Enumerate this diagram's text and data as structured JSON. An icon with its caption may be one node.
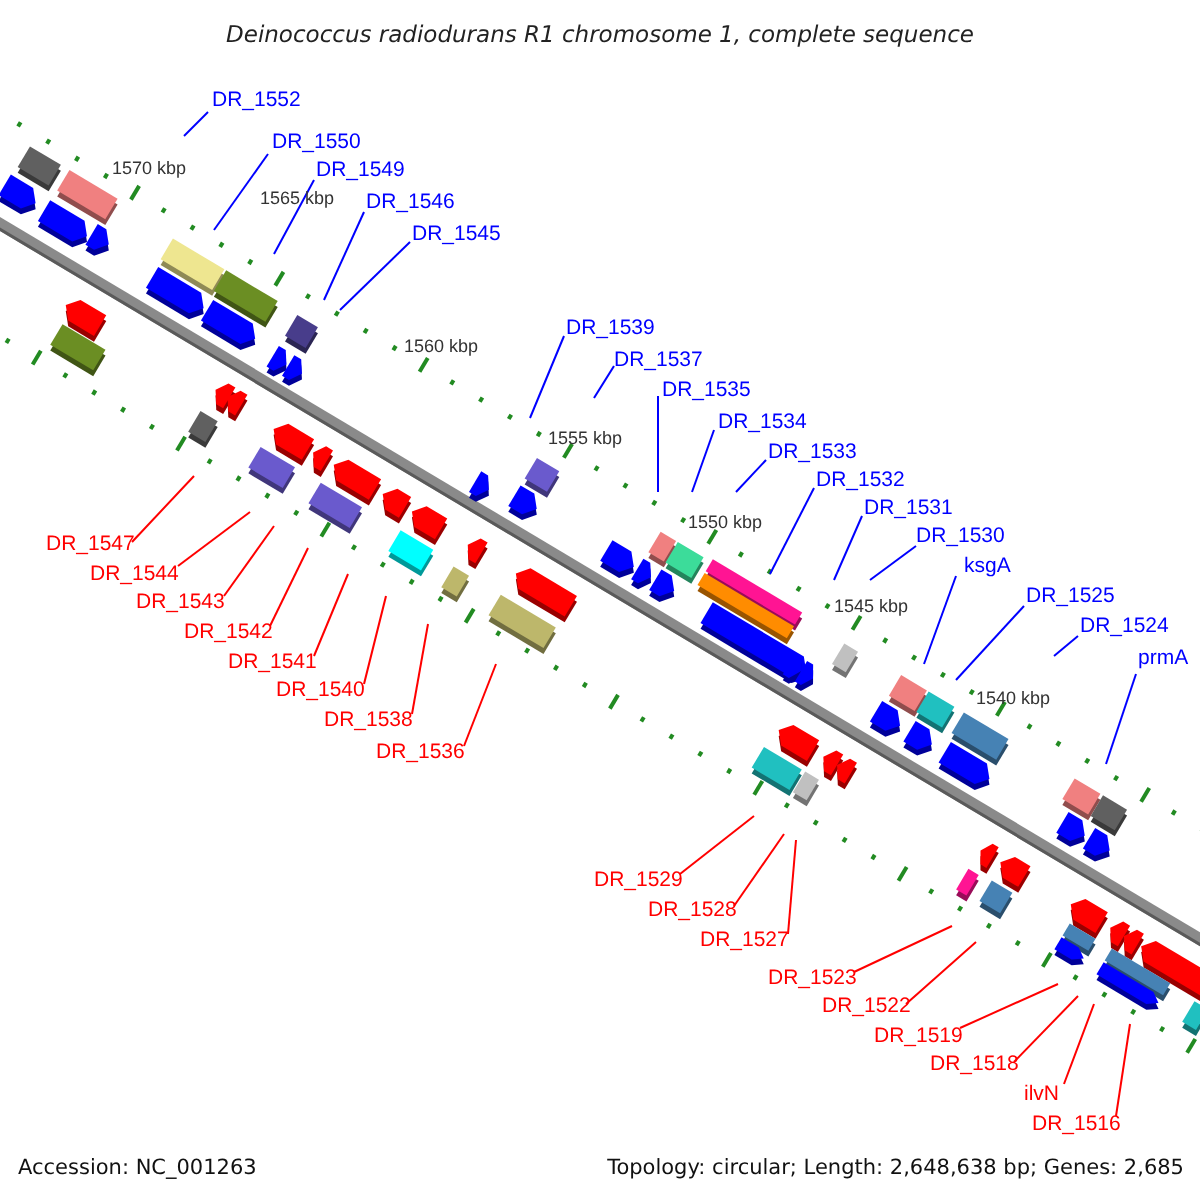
{
  "diagram": {
    "title": "Deinococcus radiodurans R1 chromosome 1, complete sequence",
    "nodes": [
      {
        "text": [
          "DR_1552"
        ]
      },
      {
        "text": [
          "DR_1550"
        ]
      },
      {
        "text": [
          "DR_1549"
        ]
      },
      {
        "text": [
          "DR_1546"
        ]
      },
      {
        "text": [
          "DR_1545"
        ]
      },
      {
        "text": [
          "DR_1539"
        ]
      },
      {
        "text": [
          "DR_1537"
        ]
      },
      {
        "text": [
          "DR_1535"
        ]
      },
      {
        "text": [
          "DR_1534"
        ]
      },
      {
        "text": [
          "DR_1533"
        ]
      },
      {
        "text": [
          "DR_1532"
        ]
      },
      {
        "text": [
          "DR_1531"
        ]
      },
      {
        "text": [
          "DR_1530"
        ]
      },
      {
        "text": [
          "ksgA"
        ]
      },
      {
        "text": [
          "DR_1525"
        ]
      },
      {
        "text": [
          "DR_1524"
        ]
      },
      {
        "text": [
          "prmA"
        ]
      },
      {
        "text": [
          "DR_1547"
        ]
      },
      {
        "text": [
          "DR_1544"
        ]
      },
      {
        "text": [
          "DR_1543"
        ]
      },
      {
        "text": [
          "DR_1542"
        ]
      },
      {
        "text": [
          "DR_1541"
        ]
      },
      {
        "text": [
          "DR_1540"
        ]
      },
      {
        "text": [
          "DR_1538"
        ]
      },
      {
        "text": [
          "DR_1536"
        ]
      },
      {
        "text": [
          "DR_1529"
        ]
      },
      {
        "text": [
          "DR_1528"
        ]
      },
      {
        "text": [
          "DR_1527"
        ]
      },
      {
        "text": [
          "DR_1523"
        ]
      },
      {
        "text": [
          "DR_1522"
        ]
      },
      {
        "text": [
          "DR_1519"
        ]
      },
      {
        "text": [
          "DR_1518"
        ]
      },
      {
        "text": [
          "ilvN"
        ]
      },
      {
        "text": [
          "DR_1516"
        ]
      }
    ],
    "edges": [
      {
        "from": 0,
        "to": null,
        "arrow": "none",
        "color": "#0000ff"
      },
      {
        "from": 1,
        "to": null,
        "arrow": "none",
        "color": "#0000ff"
      },
      {
        "from": 2,
        "to": null,
        "arrow": "none",
        "color": "#0000ff"
      },
      {
        "from": 3,
        "to": null,
        "arrow": "none",
        "color": "#0000ff"
      },
      {
        "from": 4,
        "to": null,
        "arrow": "none",
        "color": "#0000ff"
      },
      {
        "from": 5,
        "to": null,
        "arrow": "none",
        "color": "#0000ff"
      },
      {
        "from": 6,
        "to": null,
        "arrow": "none",
        "color": "#0000ff"
      },
      {
        "from": 7,
        "to": null,
        "arrow": "none",
        "color": "#0000ff"
      },
      {
        "from": 8,
        "to": null,
        "arrow": "none",
        "color": "#0000ff"
      },
      {
        "from": 9,
        "to": null,
        "arrow": "none",
        "color": "#0000ff"
      },
      {
        "from": 10,
        "to": null,
        "arrow": "none",
        "color": "#0000ff"
      },
      {
        "from": 11,
        "to": null,
        "arrow": "none",
        "color": "#0000ff"
      },
      {
        "from": 12,
        "to": null,
        "arrow": "none",
        "color": "#0000ff"
      },
      {
        "from": 13,
        "to": null,
        "arrow": "none",
        "color": "#0000ff"
      },
      {
        "from": 14,
        "to": null,
        "arrow": "none",
        "color": "#0000ff"
      },
      {
        "from": 15,
        "to": null,
        "arrow": "none",
        "color": "#0000ff"
      },
      {
        "from": 16,
        "to": null,
        "arrow": "none",
        "color": "#0000ff"
      },
      {
        "from": 17,
        "to": null,
        "arrow": "none",
        "color": "#ff0000"
      },
      {
        "from": 18,
        "to": null,
        "arrow": "none",
        "color": "#ff0000"
      },
      {
        "from": 19,
        "to": null,
        "arrow": "none",
        "color": "#ff0000"
      },
      {
        "from": 20,
        "to": null,
        "arrow": "none",
        "color": "#ff0000"
      },
      {
        "from": 21,
        "to": null,
        "arrow": "none",
        "color": "#ff0000"
      },
      {
        "from": 22,
        "to": null,
        "arrow": "none",
        "color": "#ff0000"
      },
      {
        "from": 23,
        "to": null,
        "arrow": "none",
        "color": "#ff0000"
      },
      {
        "from": 24,
        "to": null,
        "arrow": "none",
        "color": "#ff0000"
      },
      {
        "from": 25,
        "to": null,
        "arrow": "none",
        "color": "#ff0000"
      },
      {
        "from": 26,
        "to": null,
        "arrow": "none",
        "color": "#ff0000"
      },
      {
        "from": 27,
        "to": null,
        "arrow": "none",
        "color": "#ff0000"
      },
      {
        "from": 28,
        "to": null,
        "arrow": "none",
        "color": "#ff0000"
      },
      {
        "from": 29,
        "to": null,
        "arrow": "none",
        "color": "#ff0000"
      },
      {
        "from": 30,
        "to": null,
        "arrow": "none",
        "color": "#ff0000"
      },
      {
        "from": 31,
        "to": null,
        "arrow": "none",
        "color": "#ff0000"
      },
      {
        "from": 32,
        "to": null,
        "arrow": "none",
        "color": "#ff0000"
      },
      {
        "from": 33,
        "to": null,
        "arrow": "none",
        "color": "#ff0000"
      }
    ],
    "labels": [
      "1570 kbp",
      "1565 kbp",
      "1560 kbp",
      "1555 kbp",
      "1550 kbp",
      "1545 kbp",
      "1540 kbp",
      "Accession: NC_001263",
      "Topology: circular; Length: 2,648,638 bp; Genes: 2,685"
    ]
  }
}
